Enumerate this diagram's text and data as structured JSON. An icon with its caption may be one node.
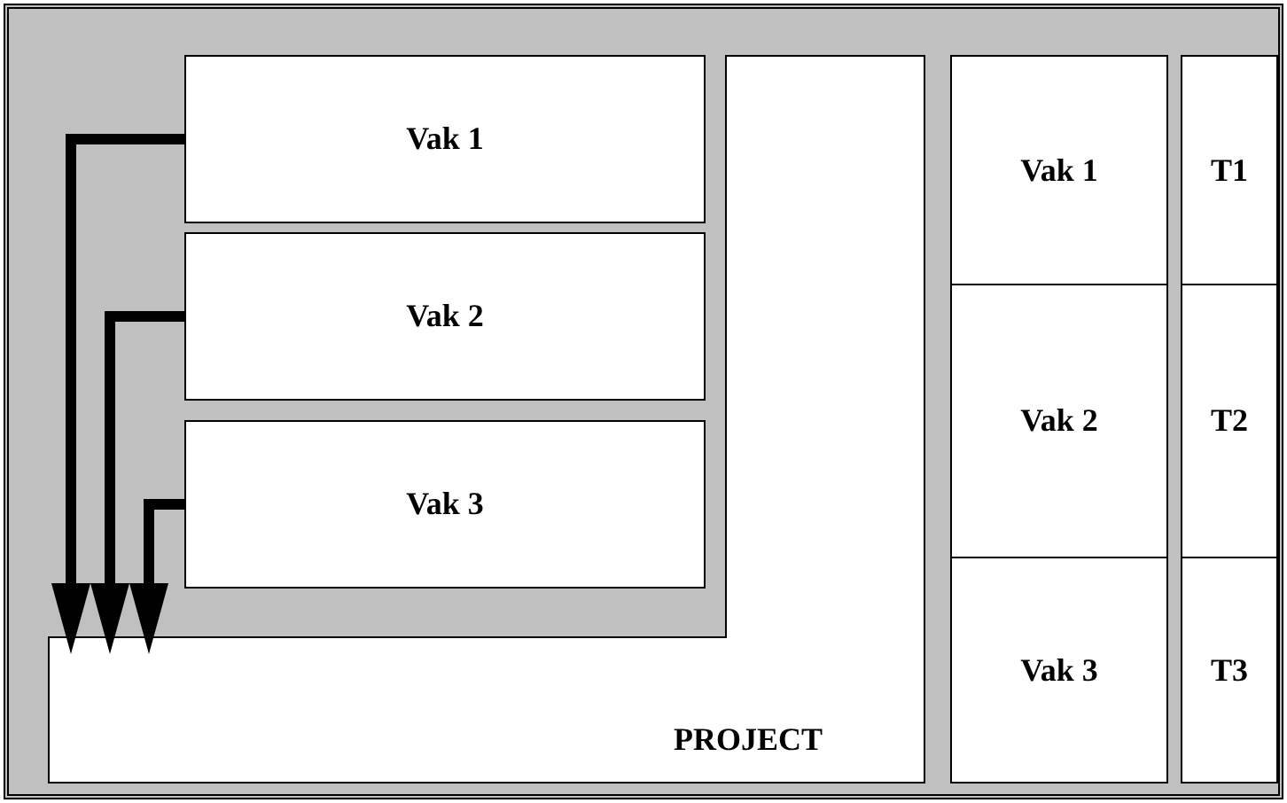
{
  "diagram": {
    "nodes": [
      {
        "text": [
          "Vak 1"
        ]
      },
      {
        "text": [
          "Vak 2"
        ]
      },
      {
        "text": [
          "Vak 3"
        ]
      },
      {
        "text": [
          "PROJECT"
        ]
      },
      {
        "text": [
          "Vak 1"
        ]
      },
      {
        "text": [
          "T1"
        ]
      },
      {
        "text": [
          "Vak 2"
        ]
      },
      {
        "text": [
          "T2"
        ]
      },
      {
        "text": [
          "Vak 3"
        ]
      },
      {
        "text": [
          "T3"
        ]
      }
    ],
    "edges": [
      {
        "from": 0,
        "to": 3,
        "arrow": "to"
      },
      {
        "from": 1,
        "to": 3,
        "arrow": "to"
      },
      {
        "from": 2,
        "to": 3,
        "arrow": "to"
      }
    ]
  }
}
